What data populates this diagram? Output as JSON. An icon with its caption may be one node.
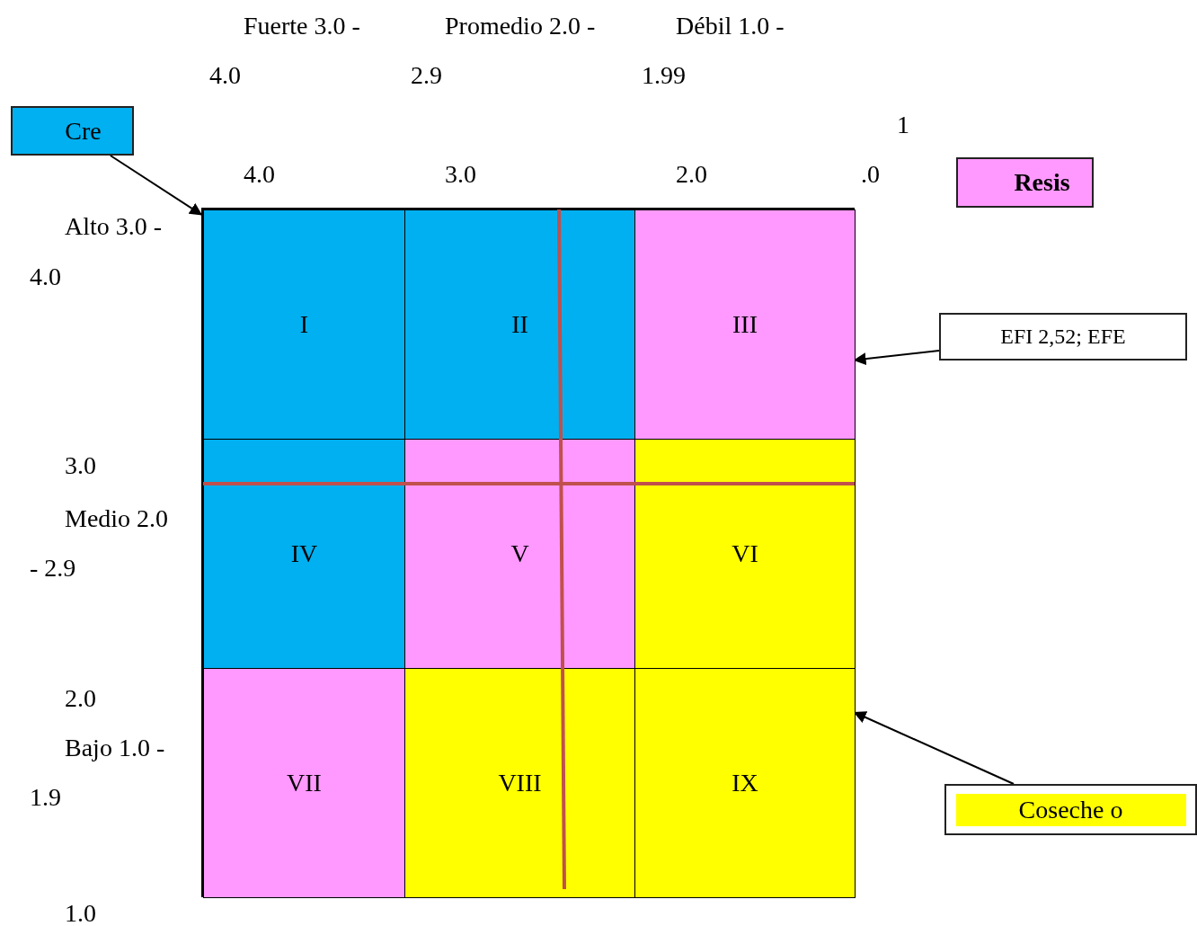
{
  "diagram": {
    "nodes": [
      {
        "text": [
          "Cre"
        ]
      },
      {
        "text": [
          "Resis"
        ]
      },
      {
        "text": [],
        "shape": "box"
      },
      {
        "text": [
          "I"
        ],
        "in": 2
      },
      {
        "text": [
          "II"
        ],
        "in": 2
      },
      {
        "text": [
          "III"
        ],
        "in": 2
      },
      {
        "text": [
          "IV"
        ],
        "in": 2
      },
      {
        "text": [
          "V"
        ],
        "in": 2
      },
      {
        "text": [
          "VI"
        ],
        "in": 2
      },
      {
        "text": [
          "VII"
        ],
        "in": 2
      },
      {
        "text": [
          "VIII"
        ],
        "in": 2
      },
      {
        "text": [
          "IX"
        ],
        "in": 2
      },
      {
        "text": [
          "EFI 2,52; EFE"
        ]
      },
      {
        "text": [
          "Coseche o"
        ]
      }
    ],
    "edges": [
      {
        "from": 0,
        "to": 2,
        "arrow": "to"
      },
      {
        "from": 12,
        "to": 2,
        "arrow": "to"
      },
      {
        "from": 13,
        "to": 2,
        "arrow": "to"
      }
    ],
    "labels": [
      "Fuerte 3.0 -",
      "Promedio 2.0 -",
      "Débil 1.0 -",
      "4.0",
      "2.9",
      "1.99",
      "1",
      "4.0",
      "3.0",
      "2.0",
      ".0",
      "Alto 3.0 -",
      "4.0",
      "3.0",
      "Medio 2.0",
      "- 2.9",
      "2.0",
      "Bajo 1.0 -",
      "1.9",
      "1.0"
    ]
  }
}
